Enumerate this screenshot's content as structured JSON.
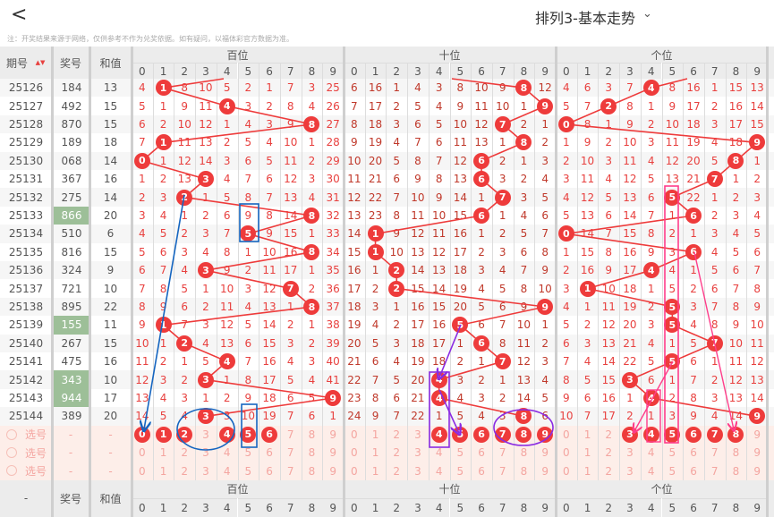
{
  "header": {
    "back": "<",
    "title": "排列3-基本走势",
    "caret": "⌄"
  },
  "note": "注：开奖结果来源于网络，仅供参考不作为兑奖依据。如有疑问，以福体彩官方数据为准。",
  "columns": {
    "period": "期号",
    "sort": "▲▼",
    "number": "奖号",
    "sum": "和值",
    "groups": [
      "百位",
      "十位",
      "个位"
    ],
    "digits": [
      "0",
      "1",
      "2",
      "3",
      "4",
      "5",
      "6",
      "7",
      "8",
      "9"
    ]
  },
  "rows": [
    {
      "period": "25126",
      "number": "184",
      "sum": "13",
      "hl": false,
      "g": [
        [
          4,
          1,
          8,
          10,
          5,
          2,
          1,
          7,
          3,
          25
        ],
        [
          6,
          16,
          1,
          4,
          3,
          8,
          10,
          9,
          8,
          12
        ],
        [
          4,
          6,
          3,
          7,
          4,
          8,
          16,
          1,
          15,
          13
        ]
      ]
    },
    {
      "period": "25127",
      "number": "492",
      "sum": "15",
      "hl": false,
      "g": [
        [
          5,
          1,
          9,
          11,
          4,
          3,
          2,
          8,
          4,
          26
        ],
        [
          7,
          17,
          2,
          5,
          4,
          9,
          11,
          10,
          1,
          9
        ],
        [
          5,
          7,
          2,
          8,
          1,
          9,
          17,
          2,
          16,
          14
        ]
      ]
    },
    {
      "period": "25128",
      "number": "870",
      "sum": "15",
      "hl": false,
      "g": [
        [
          6,
          2,
          10,
          12,
          1,
          4,
          3,
          9,
          8,
          27
        ],
        [
          8,
          18,
          3,
          6,
          5,
          10,
          12,
          7,
          2,
          1
        ],
        [
          0,
          8,
          1,
          9,
          2,
          10,
          18,
          3,
          17,
          15
        ]
      ]
    },
    {
      "period": "25129",
      "number": "189",
      "sum": "18",
      "hl": false,
      "g": [
        [
          7,
          1,
          11,
          13,
          2,
          5,
          4,
          10,
          1,
          28
        ],
        [
          9,
          19,
          4,
          7,
          6,
          11,
          13,
          1,
          8,
          2
        ],
        [
          1,
          9,
          2,
          10,
          3,
          11,
          19,
          4,
          18,
          9
        ]
      ]
    },
    {
      "period": "25130",
      "number": "068",
      "sum": "14",
      "hl": false,
      "g": [
        [
          0,
          1,
          12,
          14,
          3,
          6,
          5,
          11,
          2,
          29
        ],
        [
          10,
          20,
          5,
          8,
          7,
          12,
          6,
          2,
          1,
          3
        ],
        [
          2,
          10,
          3,
          11,
          4,
          12,
          20,
          5,
          8,
          1
        ]
      ]
    },
    {
      "period": "25131",
      "number": "367",
      "sum": "16",
      "hl": false,
      "g": [
        [
          1,
          2,
          13,
          3,
          4,
          7,
          6,
          12,
          3,
          30
        ],
        [
          11,
          21,
          6,
          9,
          8,
          13,
          6,
          3,
          2,
          4
        ],
        [
          3,
          11,
          4,
          12,
          5,
          13,
          21,
          7,
          1,
          2
        ]
      ]
    },
    {
      "period": "25132",
      "number": "275",
      "sum": "14",
      "hl": false,
      "g": [
        [
          2,
          3,
          2,
          1,
          5,
          8,
          7,
          13,
          4,
          31
        ],
        [
          12,
          22,
          7,
          10,
          9,
          14,
          1,
          7,
          3,
          5
        ],
        [
          4,
          12,
          5,
          13,
          6,
          5,
          22,
          1,
          2,
          3
        ]
      ]
    },
    {
      "period": "25133",
      "number": "866",
      "sum": "20",
      "hl": true,
      "g": [
        [
          3,
          4,
          1,
          2,
          6,
          9,
          8,
          14,
          8,
          32
        ],
        [
          13,
          23,
          8,
          11,
          10,
          15,
          6,
          1,
          4,
          6
        ],
        [
          5,
          13,
          6,
          14,
          7,
          1,
          6,
          2,
          3,
          4
        ]
      ]
    },
    {
      "period": "25134",
      "number": "510",
      "sum": "6",
      "hl": false,
      "g": [
        [
          4,
          5,
          2,
          3,
          7,
          5,
          9,
          15,
          1,
          33
        ],
        [
          14,
          1,
          9,
          12,
          11,
          16,
          1,
          2,
          5,
          7
        ],
        [
          0,
          14,
          7,
          15,
          8,
          2,
          1,
          3,
          4,
          5
        ]
      ]
    },
    {
      "period": "25135",
      "number": "816",
      "sum": "15",
      "hl": false,
      "g": [
        [
          5,
          6,
          3,
          4,
          8,
          1,
          10,
          16,
          8,
          34
        ],
        [
          15,
          1,
          10,
          13,
          12,
          17,
          2,
          3,
          6,
          8
        ],
        [
          1,
          15,
          8,
          16,
          9,
          3,
          6,
          4,
          5,
          6
        ]
      ]
    },
    {
      "period": "25136",
      "number": "324",
      "sum": "9",
      "hl": false,
      "g": [
        [
          6,
          7,
          4,
          3,
          9,
          2,
          11,
          17,
          1,
          35
        ],
        [
          16,
          1,
          2,
          14,
          13,
          18,
          3,
          4,
          7,
          9
        ],
        [
          2,
          16,
          9,
          17,
          4,
          4,
          1,
          5,
          6,
          7
        ]
      ]
    },
    {
      "period": "25137",
      "number": "721",
      "sum": "10",
      "hl": false,
      "g": [
        [
          7,
          8,
          5,
          1,
          10,
          3,
          12,
          7,
          2,
          36
        ],
        [
          17,
          2,
          2,
          15,
          14,
          19,
          4,
          5,
          8,
          10
        ],
        [
          3,
          1,
          10,
          18,
          1,
          5,
          2,
          6,
          7,
          8
        ]
      ]
    },
    {
      "period": "25138",
      "number": "895",
      "sum": "22",
      "hl": false,
      "g": [
        [
          8,
          9,
          6,
          2,
          11,
          4,
          13,
          1,
          8,
          37
        ],
        [
          18,
          3,
          1,
          16,
          15,
          20,
          5,
          6,
          9,
          9
        ],
        [
          4,
          1,
          11,
          19,
          2,
          5,
          3,
          7,
          8,
          9
        ]
      ]
    },
    {
      "period": "25139",
      "number": "155",
      "sum": "11",
      "hl": true,
      "g": [
        [
          9,
          1,
          7,
          3,
          12,
          5,
          14,
          2,
          1,
          38
        ],
        [
          19,
          4,
          2,
          17,
          16,
          5,
          6,
          7,
          10,
          1
        ],
        [
          5,
          2,
          12,
          20,
          3,
          5,
          4,
          8,
          9,
          10
        ]
      ]
    },
    {
      "period": "25140",
      "number": "267",
      "sum": "15",
      "hl": false,
      "g": [
        [
          10,
          1,
          2,
          4,
          13,
          6,
          15,
          3,
          2,
          39
        ],
        [
          20,
          5,
          3,
          18,
          17,
          1,
          6,
          8,
          11,
          2
        ],
        [
          6,
          3,
          13,
          21,
          4,
          1,
          5,
          7,
          10,
          11
        ]
      ]
    },
    {
      "period": "25141",
      "number": "475",
      "sum": "16",
      "hl": false,
      "g": [
        [
          11,
          2,
          1,
          5,
          4,
          7,
          16,
          4,
          3,
          40
        ],
        [
          21,
          6,
          4,
          19,
          18,
          2,
          1,
          7,
          12,
          3
        ],
        [
          7,
          4,
          14,
          22,
          5,
          5,
          6,
          1,
          11,
          12
        ]
      ]
    },
    {
      "period": "25142",
      "number": "343",
      "sum": "10",
      "hl": true,
      "g": [
        [
          12,
          3,
          2,
          3,
          1,
          8,
          17,
          5,
          4,
          41
        ],
        [
          22,
          7,
          5,
          20,
          4,
          3,
          2,
          1,
          13,
          4
        ],
        [
          8,
          5,
          15,
          3,
          6,
          1,
          7,
          2,
          12,
          13
        ]
      ]
    },
    {
      "period": "25143",
      "number": "944",
      "sum": "17",
      "hl": true,
      "g": [
        [
          13,
          4,
          3,
          1,
          2,
          9,
          18,
          6,
          5,
          9
        ],
        [
          23,
          8,
          6,
          21,
          4,
          4,
          3,
          2,
          14,
          5
        ],
        [
          9,
          6,
          16,
          1,
          4,
          2,
          8,
          3,
          13,
          14
        ]
      ]
    },
    {
      "period": "25144",
      "number": "389",
      "sum": "20",
      "hl": false,
      "g": [
        [
          14,
          5,
          4,
          3,
          3,
          10,
          19,
          7,
          6,
          1
        ],
        [
          24,
          9,
          7,
          22,
          1,
          5,
          4,
          3,
          8,
          6
        ],
        [
          10,
          7,
          17,
          2,
          1,
          3,
          9,
          4,
          14,
          9
        ]
      ]
    }
  ],
  "pick_rows": [
    {
      "label": "选号",
      "dash": "-",
      "selected": [
        [
          0,
          1,
          2,
          4,
          5,
          6
        ],
        [
          4,
          5,
          6,
          7,
          8,
          9
        ],
        [
          3,
          4,
          5,
          6,
          7,
          8
        ]
      ]
    },
    {
      "label": "选号",
      "dash": "-",
      "selected": [
        [],
        [],
        []
      ]
    },
    {
      "label": "选号",
      "dash": "-",
      "selected": [
        [],
        [],
        []
      ]
    }
  ],
  "footer": {
    "period": "-",
    "number": "奖号",
    "sum": "和值"
  },
  "colors": {
    "hit": "#ee3b3b",
    "miss": "#e8413f",
    "highlight": "#9dbf98",
    "pick_bg": "#fdeee9"
  }
}
